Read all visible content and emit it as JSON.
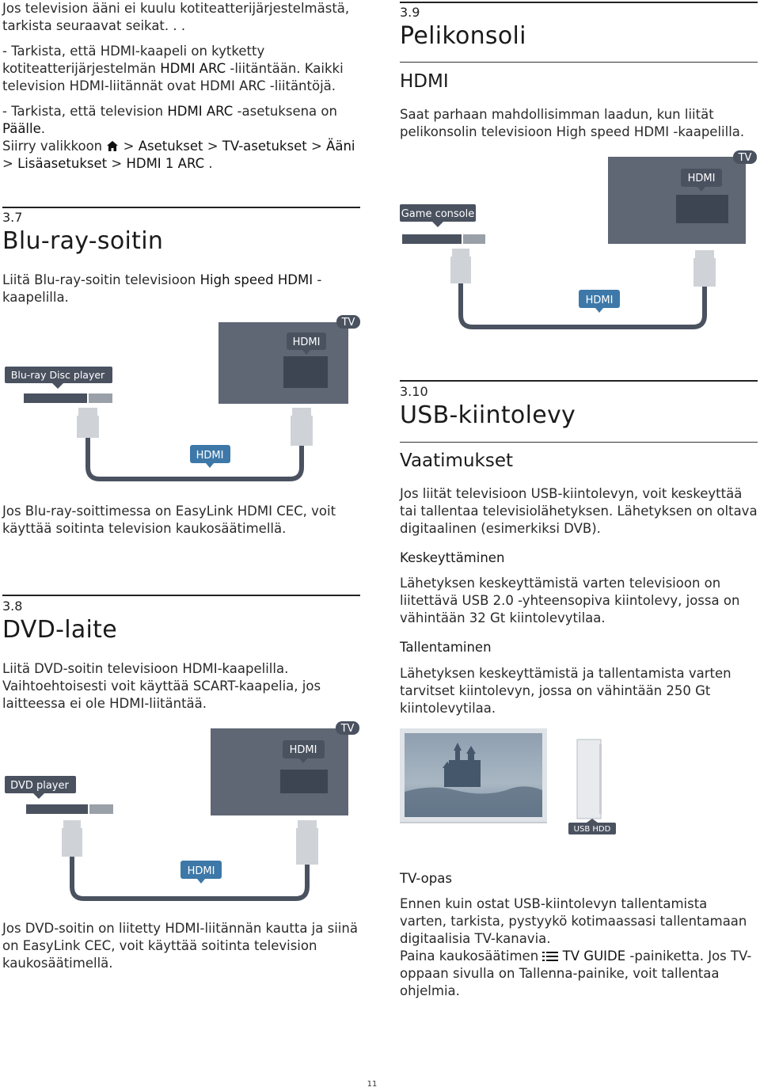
{
  "left": {
    "intro": {
      "p1": "Jos television ääni ei kuulu kotiteatterijärjestelmästä, tarkista seuraavat seikat. . .",
      "p2_a": "- Tarkista, että HDMI-kaapeli on kytketty kotiteatterijärjestelmän ",
      "p2_b": "HDMI ARC",
      "p2_c": " -liitäntään. Kaikki television HDMI-liitännät ovat HDMI ARC -liitäntöjä.",
      "p3_a": "- Tarkista, että television ",
      "p3_b": "HDMI ARC",
      "p3_c": " -asetuksena on ",
      "p3_d": "Päälle",
      "p3_e": ".",
      "p4_a": "Siirry valikkoon ",
      "p4_b": " > ",
      "p4_c": "Asetukset",
      "p4_d": " > ",
      "p4_e": "TV-asetukset",
      "p4_f": " > ",
      "p4_g": "Ääni",
      "p4_h": " > ",
      "p4_i": "Lisäasetukset",
      "p4_j": " > ",
      "p4_k": "HDMI 1 ARC",
      "p4_l": " ."
    },
    "s37": {
      "num": "3.7",
      "title": "Blu-ray-soitin",
      "p1_a": "Liitä Blu-ray-soitin televisioon ",
      "p1_b": "High speed HDMI",
      "p1_c": " -kaapelilla.",
      "p2": "Jos Blu-ray-soittimessa on EasyLink HDMI CEC, voit käyttää soitinta television kaukosäätimellä.",
      "diagram": {
        "tv": "TV",
        "port": "HDMI",
        "device": "Blu-ray Disc player",
        "cable": "HDMI"
      }
    },
    "s38": {
      "num": "3.8",
      "title": "DVD-laite",
      "p1": "Liitä DVD-soitin televisioon HDMI-kaapelilla. Vaihtoehtoisesti voit käyttää SCART-kaapelia, jos laitteessa ei ole HDMI-liitäntää.",
      "p2": "Jos DVD-soitin on liitetty HDMI-liitännän kautta ja siinä on EasyLink CEC, voit käyttää soitinta television kaukosäätimellä.",
      "diagram": {
        "tv": "TV",
        "port": "HDMI",
        "device": "DVD player",
        "cable": "HDMI"
      }
    }
  },
  "right": {
    "s39": {
      "num": "3.9",
      "title": "Pelikonsoli",
      "sub": "HDMI",
      "p1": "Saat parhaan mahdollisimman laadun, kun liität pelikonsolin televisioon High speed HDMI -kaapelilla.",
      "diagram": {
        "tv": "TV",
        "port": "HDMI",
        "device": "Game console",
        "cable": "HDMI"
      }
    },
    "s310": {
      "num": "3.10",
      "title": "USB-kiintolevy",
      "sub": "Vaatimukset",
      "p1": "Jos liität televisioon USB-kiintolevyn, voit keskeyttää tai tallentaa televisiolähetyksen. Lähetyksen on oltava digitaalinen (esimerkiksi DVB).",
      "h_pause": "Keskeyttäminen",
      "p_pause": "Lähetyksen keskeyttämistä varten televisioon on liitettävä USB 2.0 -yhteensopiva kiintolevy, jossa on vähintään 32 Gt kiintolevytilaa.",
      "h_record": "Tallentaminen",
      "p_record": "Lähetyksen keskeyttämistä ja tallentamista varten tarvitset kiintolevyn, jossa on vähintään 250 Gt kiintolevytilaa.",
      "usb_label": "USB HDD",
      "h_guide": "TV-opas",
      "p_guide1": "Ennen kuin ostat USB-kiintolevyn tallentamista varten, tarkista, pystyykö kotimaassasi tallentamaan digitaalisia TV-kanavia.",
      "p_guide2_a": "Paina kaukosäätimen ",
      "p_guide2_b": " TV GUIDE",
      "p_guide2_c": "  -painiketta. Jos TV-oppaan sivulla on Tallenna-painike, voit tallentaa ohjelmia."
    }
  },
  "page": {
    "number": "11"
  },
  "colors": {
    "panel": "#5f6775",
    "dark": "#3e4552",
    "label": "#4a5260",
    "cable": "#4a5260",
    "hdmi_blue": "#3d78a8",
    "connector": "#cfd3d8"
  }
}
